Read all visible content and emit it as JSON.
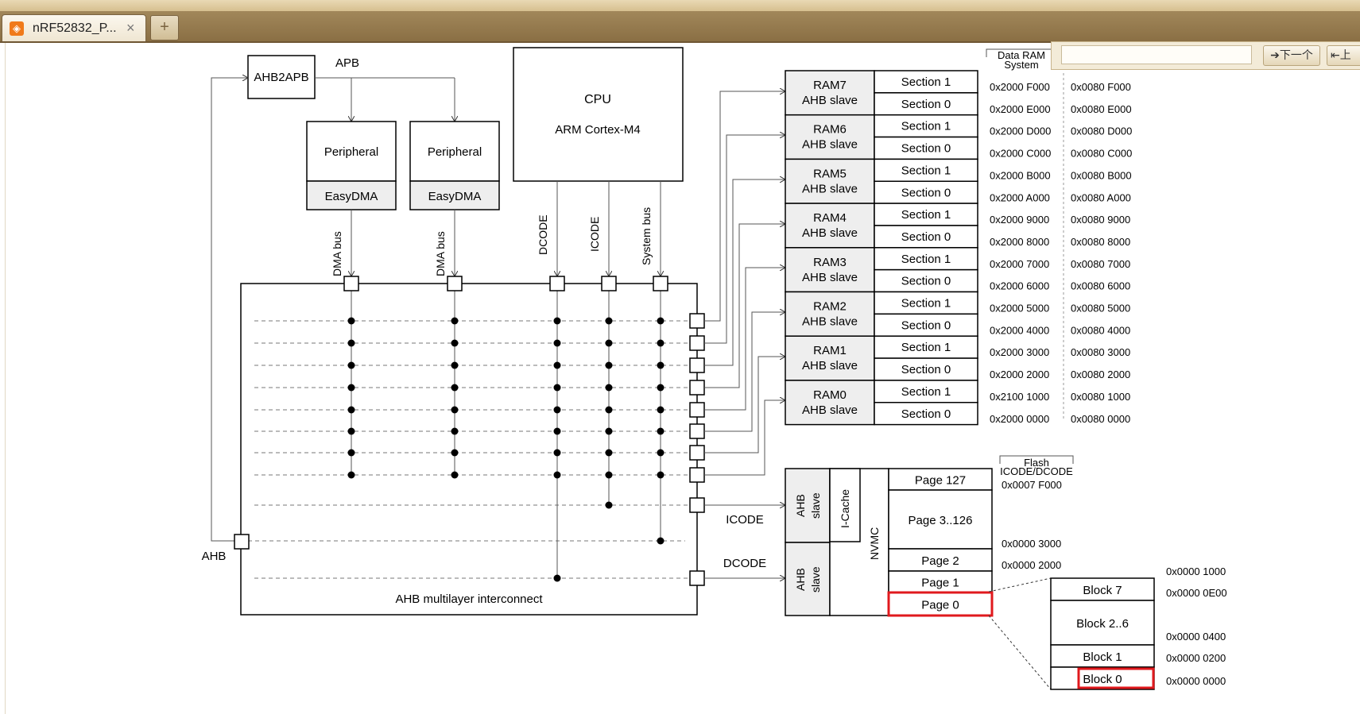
{
  "tab": {
    "title": "nRF52832_P...",
    "close": "×",
    "new_tab": "+"
  },
  "find": {
    "placeholder": "",
    "next": "下一个",
    "prev": "上"
  },
  "diagram": {
    "ahb2apb": "AHB2APB",
    "apb": "APB",
    "ahb": "AHB",
    "cpu": "CPU",
    "cpu_core": "ARM Cortex-M4",
    "peripheral": "Peripheral",
    "easydma": "EasyDMA",
    "dma_bus": "DMA bus",
    "dcode": "DCODE",
    "icode": "ICODE",
    "system_bus": "System bus",
    "interconnect": "AHB multilayer interconnect",
    "icode_out": "ICODE",
    "dcode_out": "DCODE",
    "ram_header_1": "Data RAM",
    "ram_header_2": "System",
    "ram_slave": "AHB slave",
    "section1": "Section 1",
    "section0": "Section 0",
    "rams": [
      "RAM7",
      "RAM6",
      "RAM5",
      "RAM4",
      "RAM3",
      "RAM2",
      "RAM1",
      "RAM0"
    ],
    "data_addr": [
      "0x2000 F000",
      "0x2000 E000",
      "0x2000 D000",
      "0x2000 C000",
      "0x2000 B000",
      "0x2000 A000",
      "0x2000 9000",
      "0x2000 8000",
      "0x2000 7000",
      "0x2000 6000",
      "0x2000 5000",
      "0x2000 4000",
      "0x2000 3000",
      "0x2000 2000",
      "0x2100 1000",
      "0x2000 0000"
    ],
    "sys_addr": [
      "0x0080 F000",
      "0x0080 E000",
      "0x0080 D000",
      "0x0080 C000",
      "0x0080 B000",
      "0x0080 A000",
      "0x0080 9000",
      "0x0080 8000",
      "0x0080 7000",
      "0x0080 6000",
      "0x0080 5000",
      "0x0080 4000",
      "0x0080 3000",
      "0x0080 2000",
      "0x0080 1000",
      "0x0080 0000"
    ],
    "flash_header": "Flash",
    "flash_sub": "ICODE/DCODE",
    "ahb_slave_v1": "AHB",
    "ahb_slave_v2": "slave",
    "icache": "I-Cache",
    "nvmc": "NVMC",
    "pages": [
      "Page 127",
      "Page 3..126",
      "Page 2",
      "Page 1",
      "Page 0"
    ],
    "flash_addr": [
      "0x0007 F000",
      "0x0000 3000",
      "0x0000 2000"
    ],
    "blocks": [
      "Block 7",
      "Block 2..6",
      "Block 1",
      "Block 0"
    ],
    "block_addr": [
      "0x0000 1000",
      "0x0000 0E00",
      "0x0000 0400",
      "0x0000 0200",
      "0x0000 0000"
    ],
    "highlight_color": "#e0191d"
  }
}
